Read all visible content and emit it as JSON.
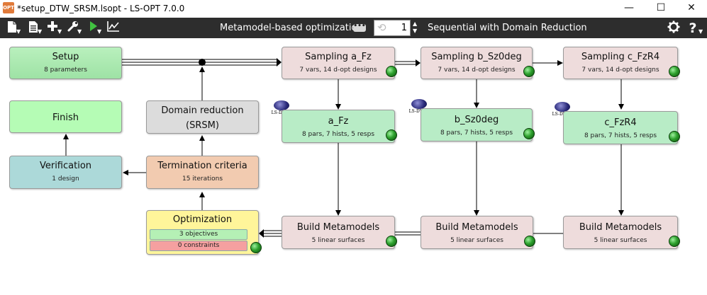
{
  "window": {
    "icon_text": "OPT",
    "title": "*setup_DTW_SRSM.lsopt - LS-OPT 7.0.0",
    "minimize": "—",
    "maximize": "☐",
    "close": "✕"
  },
  "toolbar": {
    "mode_label": "Metamodel-based optimization",
    "mode_dots": "•••",
    "iteration_value": "1",
    "spinner": "▲▼",
    "strategy_label": "Sequential with Domain Reduction",
    "icons": [
      "new-file-icon",
      "file-list-icon",
      "add-icon",
      "wrench-icon",
      "run-icon",
      "chart-icon",
      "gear-icon",
      "help-icon"
    ]
  },
  "nodes": {
    "setup": {
      "title": "Setup",
      "subtitle": "8 parameters"
    },
    "finish": {
      "title": "Finish"
    },
    "domain_reduction": {
      "title": "Domain reduction",
      "subtitle": "(SRSM)"
    },
    "verification": {
      "title": "Verification",
      "subtitle": "1 design"
    },
    "termination": {
      "title": "Termination criteria",
      "subtitle": "15 iterations"
    },
    "optimization": {
      "title": "Optimization",
      "objectives": "3 objectives",
      "constraints": "0 constraints"
    },
    "sampling_a": {
      "title": "Sampling a_Fz",
      "subtitle": "7 vars, 14 d-opt designs"
    },
    "sampling_b": {
      "title": "Sampling b_Sz0deg",
      "subtitle": "7 vars, 14 d-opt designs"
    },
    "sampling_c": {
      "title": "Sampling c_FzR4",
      "subtitle": "7 vars, 14 d-opt designs"
    },
    "solver_a": {
      "title": "a_Fz",
      "subtitle": "8 pars, 7 hists, 5 resps"
    },
    "solver_b": {
      "title": "b_Sz0deg",
      "subtitle": "8 pars, 7 hists, 5 resps"
    },
    "solver_c": {
      "title": "c_FzR4",
      "subtitle": "8 pars, 7 hists, 5 resps"
    },
    "build_a": {
      "title": "Build Metamodels",
      "subtitle": "5 linear surfaces"
    },
    "build_b": {
      "title": "Build Metamodels",
      "subtitle": "5 linear surfaces"
    },
    "build_c": {
      "title": "Build Metamodels",
      "subtitle": "5 linear surfaces"
    }
  },
  "logo_text": "LS-DYNA",
  "colors": {
    "toolbar": "#2d2d2d",
    "setup": "#a6e8ac",
    "finish": "#b5fcb5",
    "domain_reduction": "#dcdcdc",
    "verification": "#acd9d9",
    "termination": "#f2cbb0",
    "sampling": "#eedcdc",
    "optimization": "#fff59a",
    "solver": "#b8ecc6",
    "objectives_bar": "#b5f0b5",
    "constraints_bar": "#f5a0a0",
    "status_ok": "#2ea12e"
  }
}
